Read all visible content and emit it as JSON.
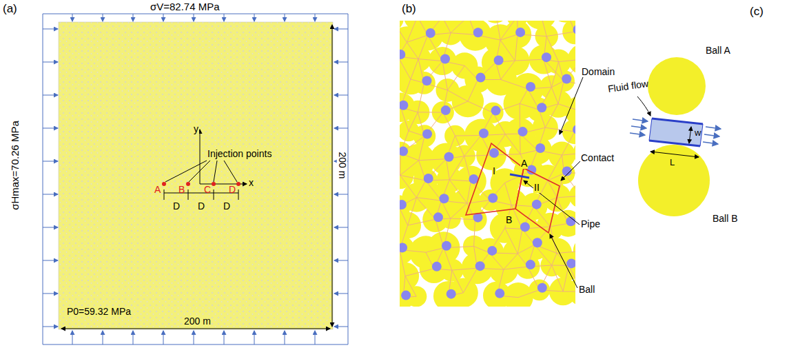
{
  "diagram": {
    "labels": [
      "(a)",
      "σV=82.74 MPa",
      "σHmax=70.26 MPa",
      "Injection points",
      "y",
      "x",
      "A",
      "B",
      "C",
      "D",
      "D",
      "D",
      "D",
      "200 m",
      "P0=59.32 MPa",
      "200 m",
      "(b)",
      "Domain",
      "Contact",
      "A",
      "I",
      "II",
      "Pipe",
      "B",
      "Ball",
      "(c)",
      "Ball A",
      "Fluid flow",
      "w",
      "L",
      "Ball B"
    ]
  }
}
